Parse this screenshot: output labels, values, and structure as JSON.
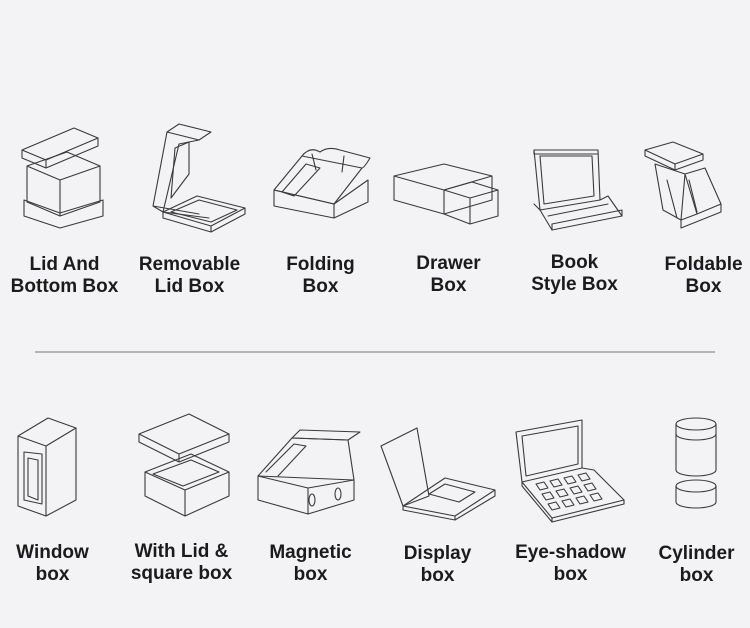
{
  "colors": {
    "background": "#f3f3f5",
    "line": "#3a3a3a",
    "text": "#1b1b1b",
    "divider": "#b4b4b4"
  },
  "row1": [
    {
      "icon": "lid-and-bottom-box-icon",
      "line1": "Lid And",
      "line2": "Bottom Box"
    },
    {
      "icon": "removable-lid-box-icon",
      "line1": "Removable",
      "line2": "Lid Box"
    },
    {
      "icon": "folding-box-icon",
      "line1": "Folding",
      "line2": "Box"
    },
    {
      "icon": "drawer-box-icon",
      "line1": "Drawer",
      "line2": "Box"
    },
    {
      "icon": "book-style-box-icon",
      "line1": "Book",
      "line2": "Style Box"
    },
    {
      "icon": "foldable-box-icon",
      "line1": "Foldable",
      "line2": "Box"
    }
  ],
  "row2": [
    {
      "icon": "window-box-icon",
      "line1": "Window",
      "line2": "box"
    },
    {
      "icon": "with-lid-square-box-icon",
      "line1": "With Lid &",
      "line2": "square box"
    },
    {
      "icon": "magnetic-box-icon",
      "line1": "Magnetic",
      "line2": "box"
    },
    {
      "icon": "display-box-icon",
      "line1": "Display",
      "line2": "box"
    },
    {
      "icon": "eye-shadow-box-icon",
      "line1": "Eye-shadow",
      "line2": "box"
    },
    {
      "icon": "cylinder-box-icon",
      "line1": "Cylinder",
      "line2": "box"
    }
  ]
}
